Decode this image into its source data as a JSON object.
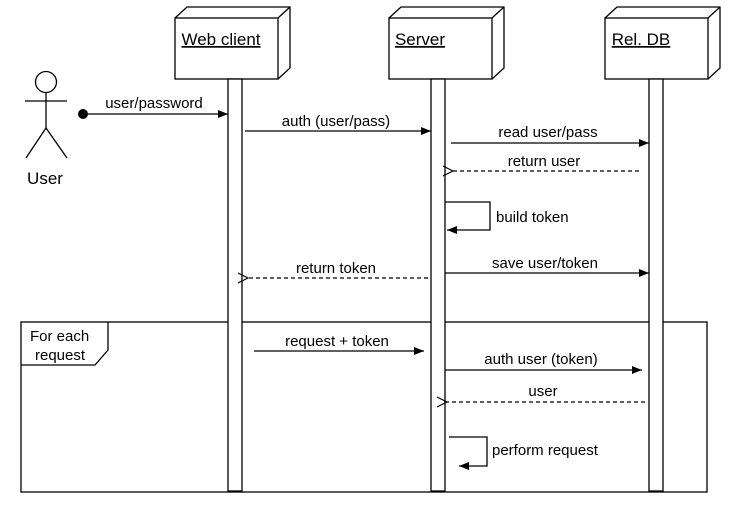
{
  "participants": {
    "user": "User",
    "web_client": "Web client",
    "server": "Server",
    "db": "Rel. DB"
  },
  "messages": {
    "m1": "user/password",
    "m2": "auth (user/pass)",
    "m3": "read user/pass",
    "m4": "return user",
    "m5": "build token",
    "m6": "save user/token",
    "m7": "return token",
    "m8": "request + token",
    "m9": "auth user (token)",
    "m10": "user",
    "m11": "perform request"
  },
  "loop": {
    "label_line1": "For each",
    "label_line2": "request"
  }
}
